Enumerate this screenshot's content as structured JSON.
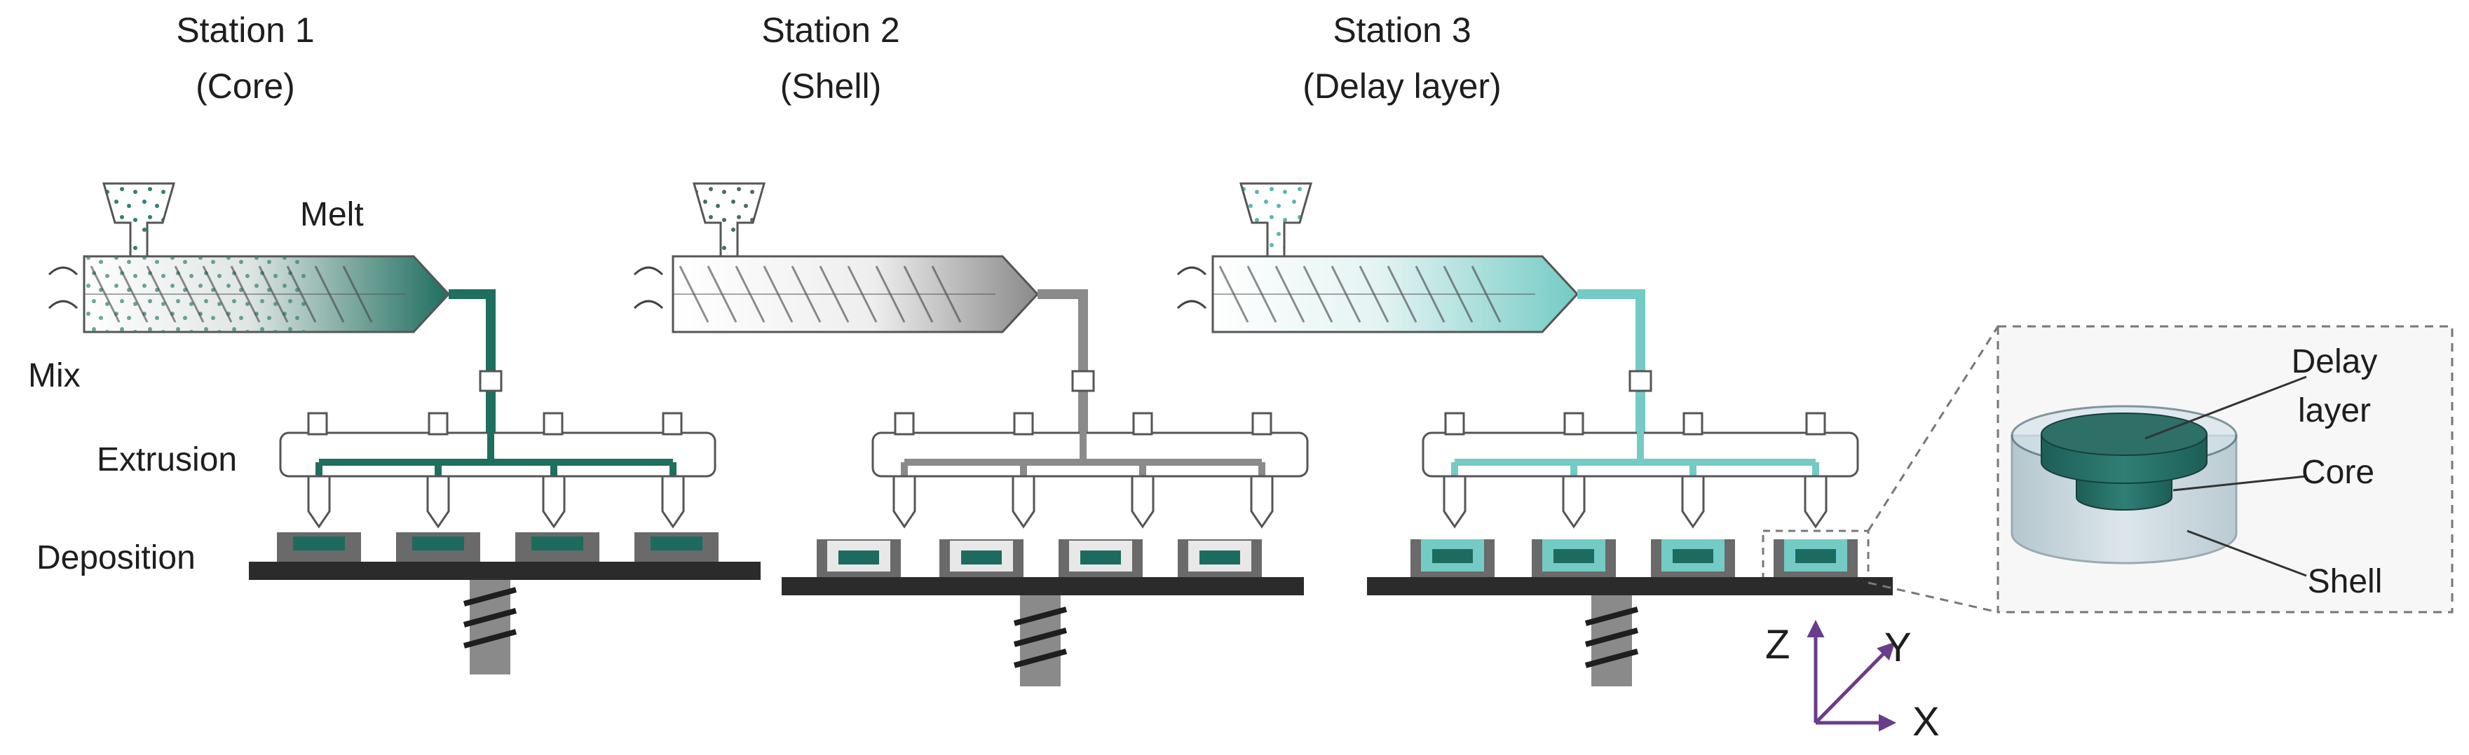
{
  "stations": [
    {
      "title": "Station 1",
      "subtitle": "(Core)",
      "melt_color": "#1f6f5f",
      "pellet_color": "#2f7f72"
    },
    {
      "title": "Station 2",
      "subtitle": "(Shell)",
      "melt_color": "#8a8a8a",
      "pellet_color": "#4a6d66"
    },
    {
      "title": "Station 3",
      "subtitle": "(Delay layer)",
      "melt_color": "#74cbc5",
      "pellet_color": "#5ab8b0"
    }
  ],
  "process_labels": {
    "melt": "Melt",
    "mix": "Mix",
    "extrusion": "Extrusion",
    "deposition": "Deposition"
  },
  "tablet": {
    "delay_layer_line1": "Delay",
    "delay_layer_line2": "layer",
    "core": "Core",
    "shell": "Shell"
  },
  "axes": {
    "x": "X",
    "y": "Y",
    "z": "Z"
  },
  "colors": {
    "platform": "#2b2b2b",
    "screw_column": "#8a8a8a",
    "mold": "#6a6a6a",
    "tablet_fill": "#1d6b5e",
    "axis_arrow": "#6a3c8c"
  }
}
